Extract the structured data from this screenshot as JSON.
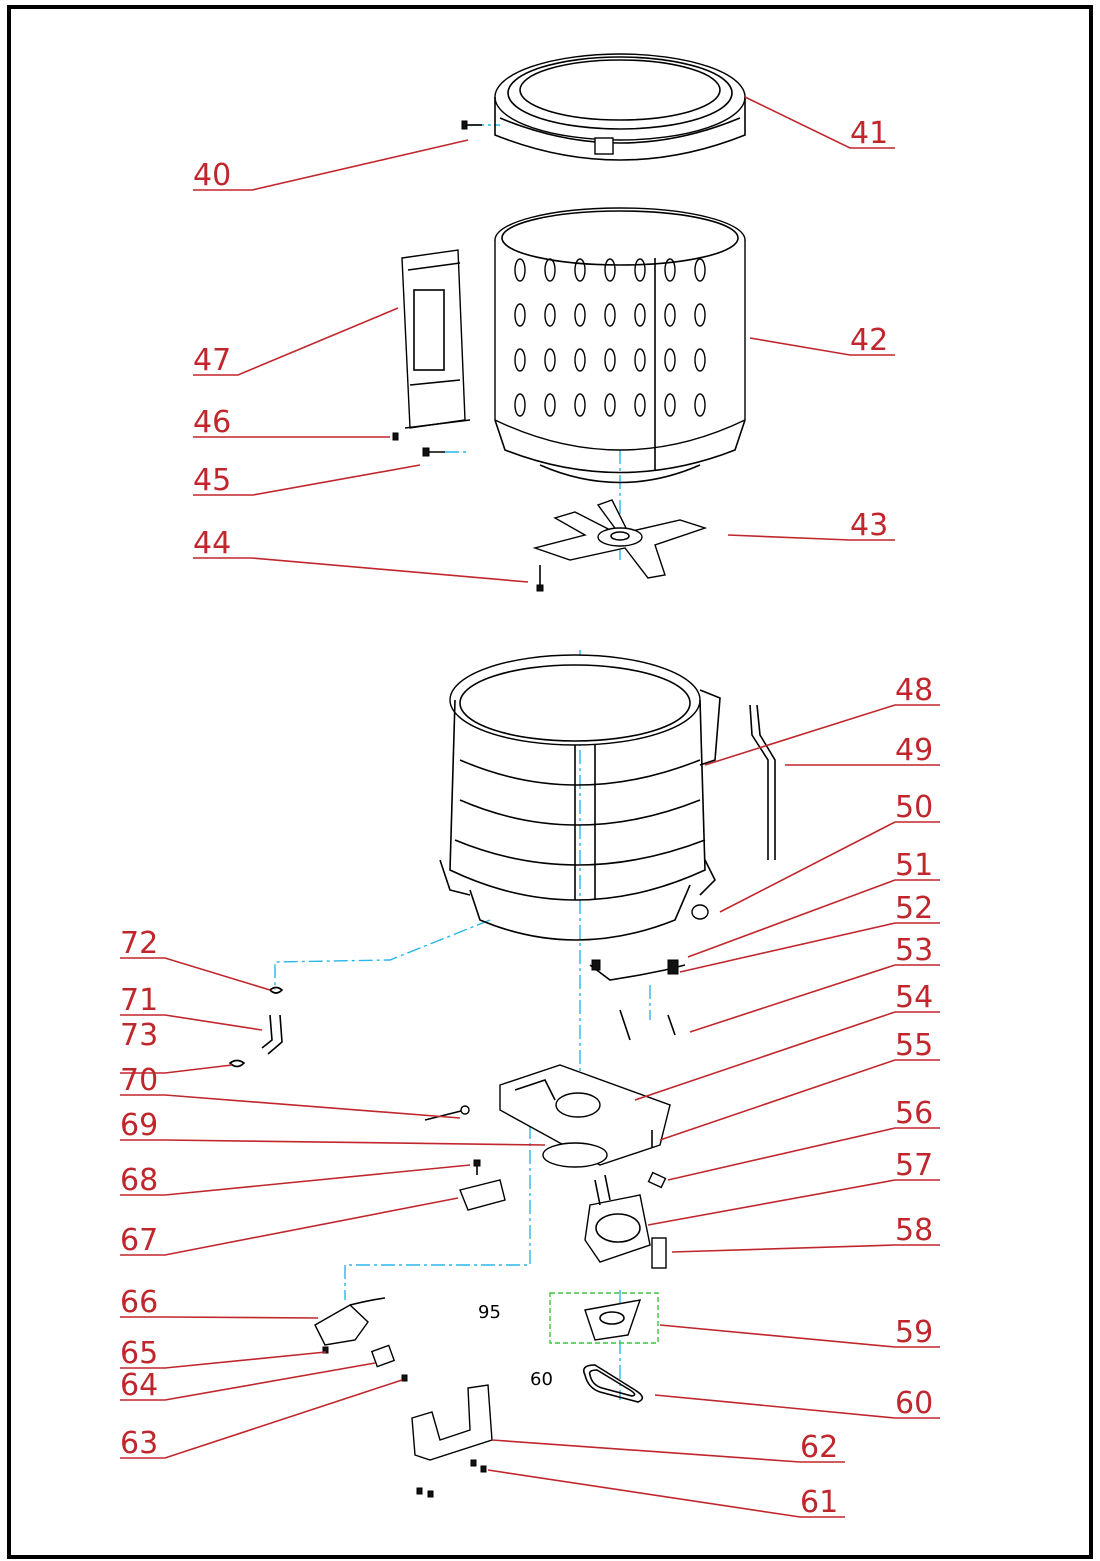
{
  "callouts": [
    {
      "id": "40",
      "text": "40"
    },
    {
      "id": "41",
      "text": "41"
    },
    {
      "id": "42",
      "text": "42"
    },
    {
      "id": "43",
      "text": "43"
    },
    {
      "id": "44",
      "text": "44"
    },
    {
      "id": "45",
      "text": "45"
    },
    {
      "id": "46",
      "text": "46"
    },
    {
      "id": "47",
      "text": "47"
    },
    {
      "id": "48",
      "text": "48"
    },
    {
      "id": "49",
      "text": "49"
    },
    {
      "id": "50",
      "text": "50"
    },
    {
      "id": "51",
      "text": "51"
    },
    {
      "id": "52",
      "text": "52"
    },
    {
      "id": "53",
      "text": "53"
    },
    {
      "id": "54",
      "text": "54"
    },
    {
      "id": "55",
      "text": "55"
    },
    {
      "id": "56",
      "text": "56"
    },
    {
      "id": "57",
      "text": "57"
    },
    {
      "id": "58",
      "text": "58"
    },
    {
      "id": "59",
      "text": "59"
    },
    {
      "id": "60",
      "text": "60"
    },
    {
      "id": "61",
      "text": "61"
    },
    {
      "id": "62",
      "text": "62"
    },
    {
      "id": "63",
      "text": "63"
    },
    {
      "id": "64",
      "text": "64"
    },
    {
      "id": "65",
      "text": "65"
    },
    {
      "id": "66",
      "text": "66"
    },
    {
      "id": "67",
      "text": "67"
    },
    {
      "id": "68",
      "text": "68"
    },
    {
      "id": "69",
      "text": "69"
    },
    {
      "id": "70",
      "text": "70"
    },
    {
      "id": "71",
      "text": "71"
    },
    {
      "id": "72",
      "text": "72"
    },
    {
      "id": "73",
      "text": "73"
    }
  ],
  "inline_labels": {
    "n95": "95",
    "n60": "60"
  },
  "colors": {
    "callout": "#c0272d",
    "centerline": "#29b6e8",
    "highlight_box": "#3bc43b",
    "frame": "#000000"
  }
}
